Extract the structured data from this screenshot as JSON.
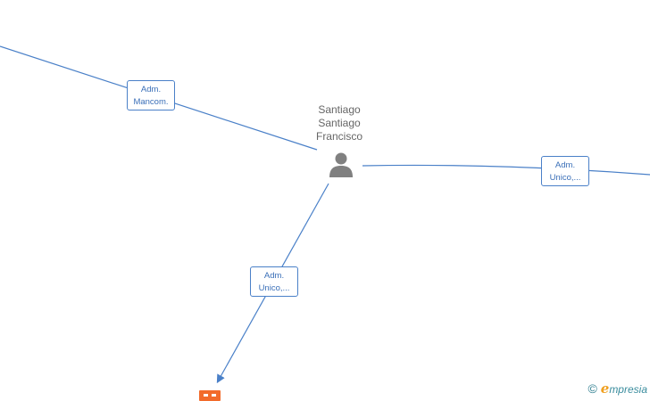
{
  "person": {
    "name_lines": [
      "Santiago",
      "Santiago",
      "Francisco"
    ],
    "icon": "person-icon"
  },
  "edges": [
    {
      "label_line1": "Adm.",
      "label_line2": "Mancom."
    },
    {
      "label_line1": "Adm.",
      "label_line2": "Unico,..."
    },
    {
      "label_line1": "Adm.",
      "label_line2": "Unico,..."
    }
  ],
  "company": {
    "icon": "building-icon",
    "color": "#f26b2b"
  },
  "watermark": {
    "copyright": "©",
    "brand_initial": "e",
    "brand_rest": "mpresia"
  },
  "colors": {
    "edge": "#4a80c8",
    "label_text": "#3a6fb8",
    "name_text": "#666666"
  }
}
